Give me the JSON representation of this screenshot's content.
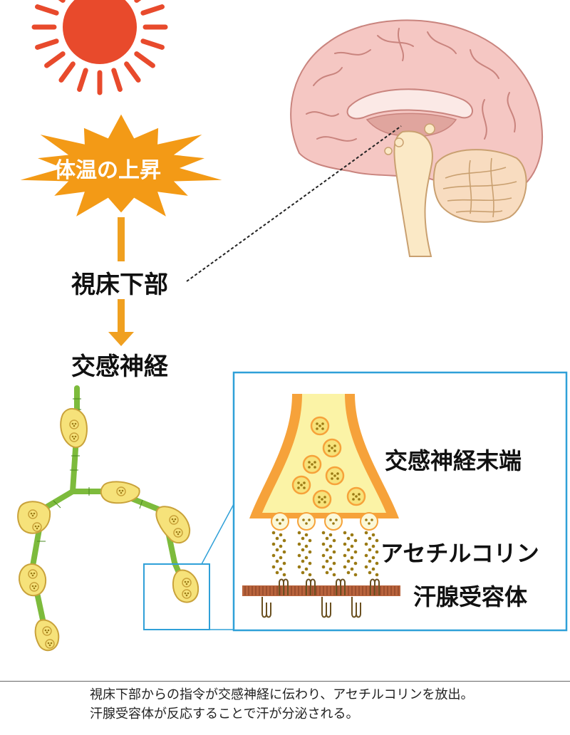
{
  "labels": {
    "temperature_rise": "体温の上昇",
    "hypothalamus": "視床下部",
    "sympathetic_nerve": "交感神経",
    "nerve_terminal": "交感神経末端",
    "acetylcholine": "アセチルコリン",
    "sweat_gland_receptor": "汗腺受容体"
  },
  "caption": {
    "line1": "視床下部からの指令が交感神経に伝わり、アセチルコリンを放出。",
    "line2": "汗腺受容体が反応することで汗が分泌される。"
  },
  "colors": {
    "sun": "#e84a2c",
    "burst": "#f39a16",
    "arrow": "#f0a020",
    "nerve_green": "#7dbb3c",
    "nerve_cell": "#f6e27a",
    "terminal_orange": "#f6a23a",
    "terminal_yellow": "#fbf3a6",
    "vesicle": "#9a7a14",
    "inset_border": "#2fa0d8",
    "receptor": "#b8633c",
    "brain_pink": "#f5c7c3"
  }
}
